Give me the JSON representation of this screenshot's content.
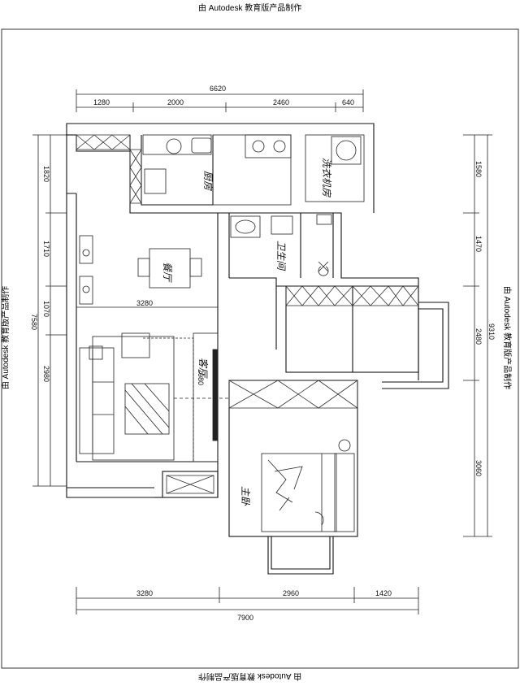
{
  "watermark": {
    "top": "由 Autodesk 教育版产品制作",
    "bottom": "由 Autodesk 教育版产品制作",
    "left": "由 Autodesk 教育版产品制作",
    "right": "由 Autodesk 教育版产品制作"
  },
  "dimensions": {
    "top_total": "6620",
    "top_segments": [
      "1280",
      "2000",
      "2460",
      "640"
    ],
    "bottom_segments": [
      "3280",
      "2960",
      "1420"
    ],
    "bottom_total": "7900",
    "left_total": "7580",
    "left_segments": [
      "1820",
      "1710",
      "1070",
      "2980"
    ],
    "right_total": "9310",
    "right_segments": [
      "1580",
      "1470",
      "2480",
      "3060"
    ],
    "interior_width": "3280",
    "interior_height": "2980"
  },
  "rooms": {
    "kitchen": "厨房",
    "laundry": "洗衣机房",
    "bathroom": "卫生间",
    "dining": "餐厅",
    "living": "客厅",
    "master_bedroom": "主卧"
  }
}
